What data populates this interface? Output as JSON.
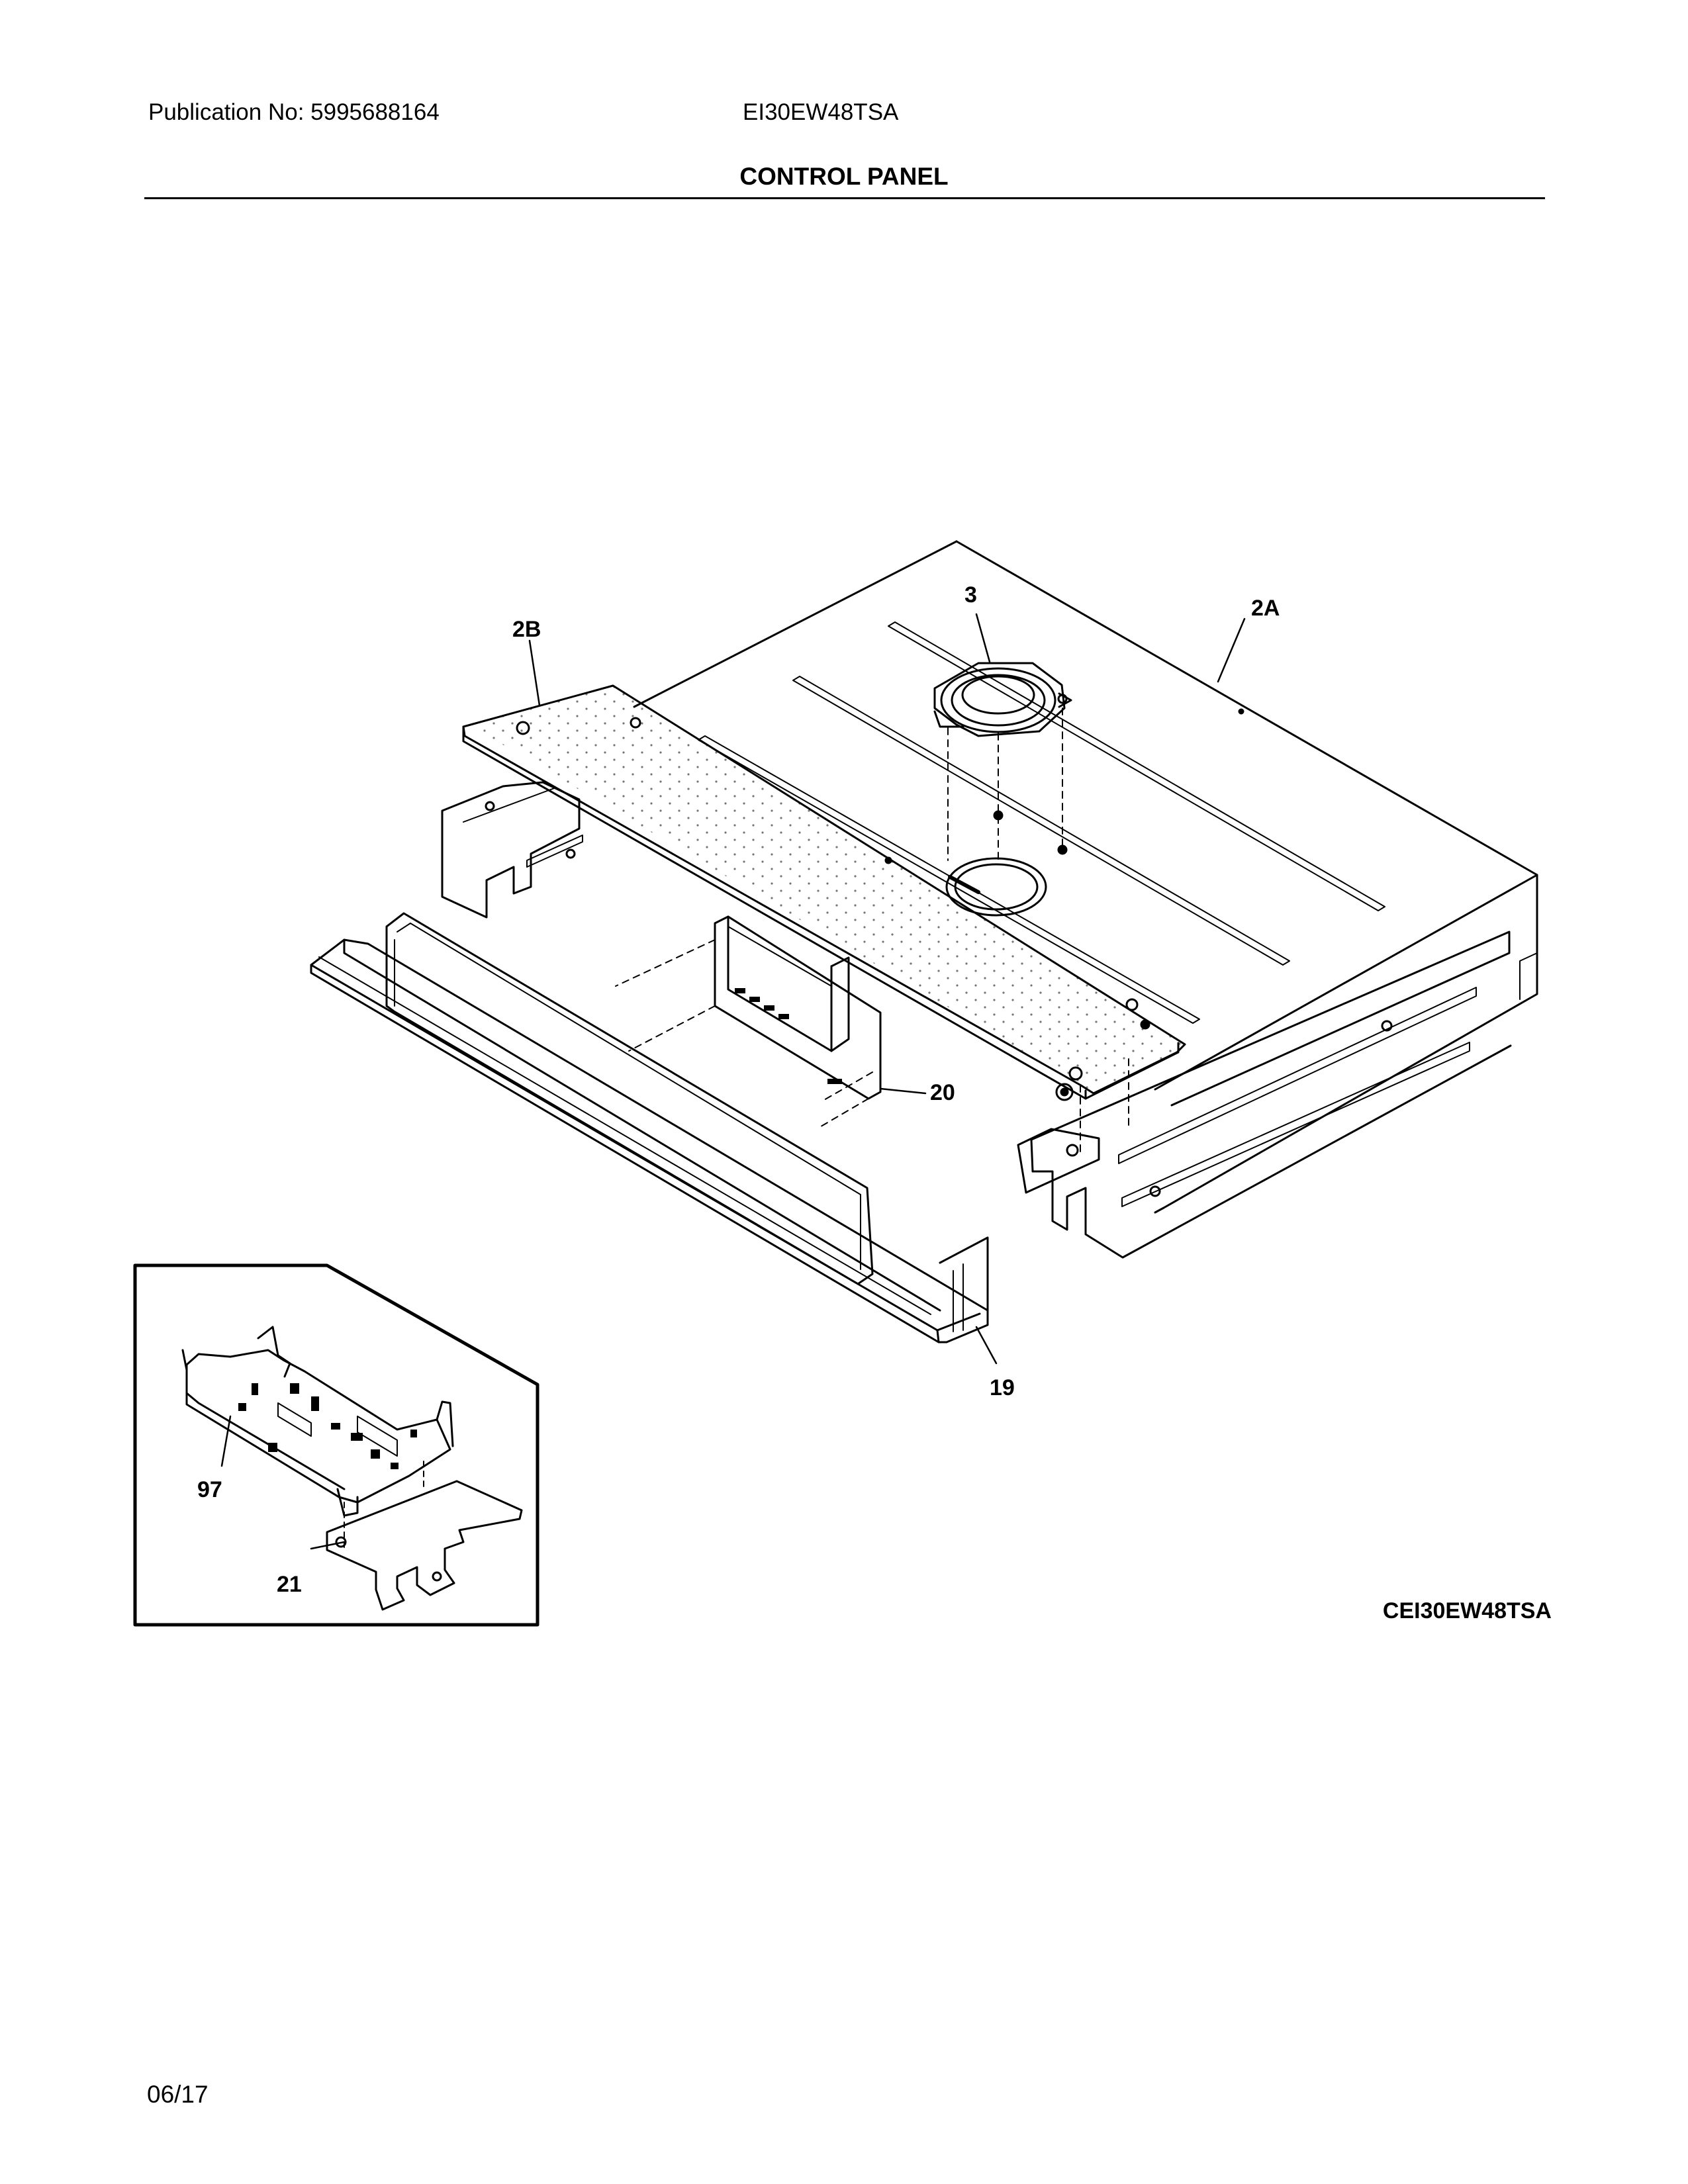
{
  "header": {
    "publication_label": "Publication No: 5995688164",
    "model": "EI30EW48TSA",
    "section_title": "CONTROL PANEL"
  },
  "callouts": {
    "c3": "3",
    "c2a": "2A",
    "c2b": "2B",
    "c20": "20",
    "c19": "19",
    "c97": "97",
    "c21": "21"
  },
  "footer": {
    "drawing_id": "CEI30EW48TSA",
    "date": "06/17"
  },
  "colors": {
    "ink": "#000000",
    "paper": "#ffffff"
  }
}
